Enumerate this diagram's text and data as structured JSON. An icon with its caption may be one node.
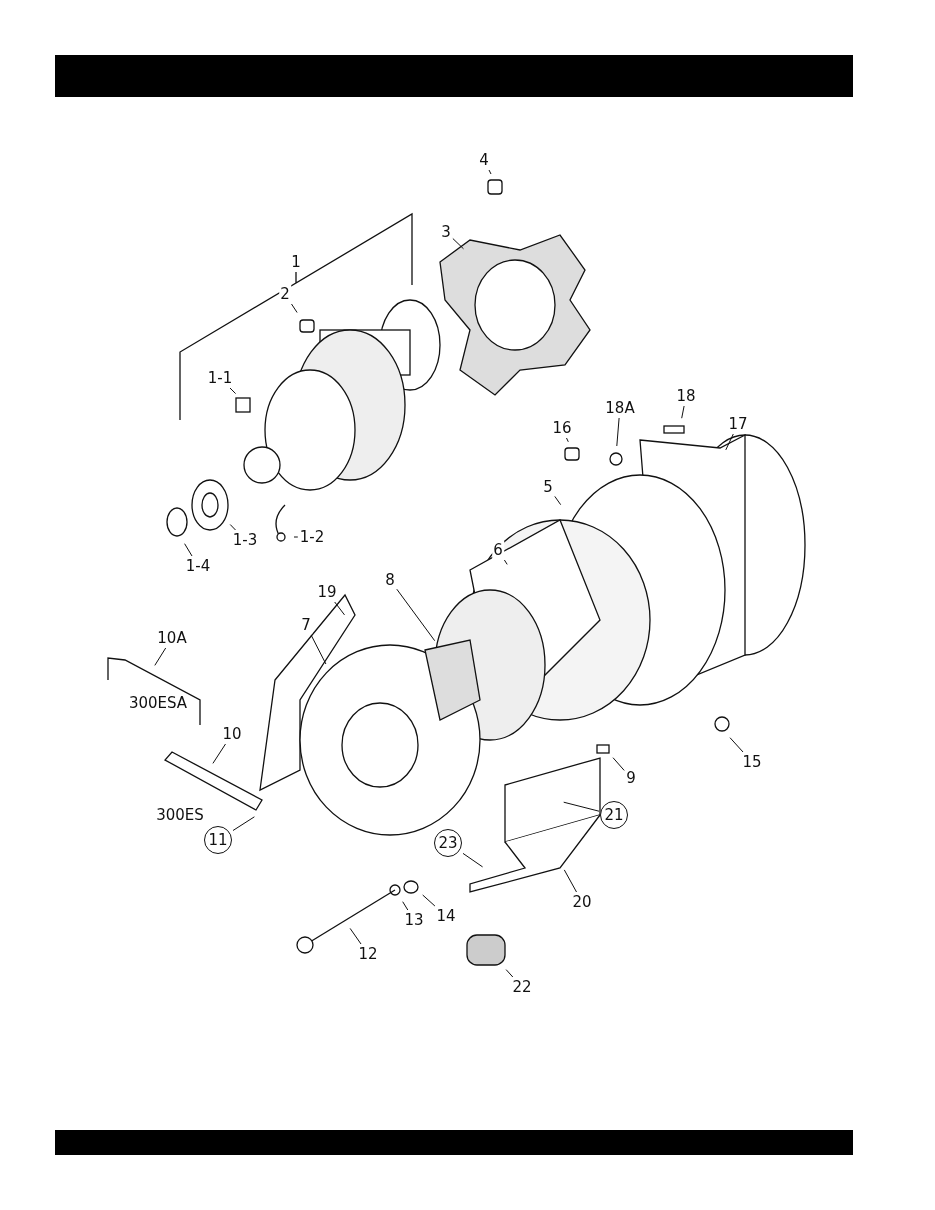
{
  "diagram": {
    "nodes": [
      {
        "text": [
          "4"
        ]
      },
      {
        "text": [
          "3"
        ]
      },
      {
        "text": [
          "2"
        ]
      },
      {
        "text": [
          "1-1"
        ]
      },
      {
        "text": [
          "1-2"
        ]
      },
      {
        "text": [
          "1-3"
        ]
      },
      {
        "text": [
          "1-4"
        ]
      },
      {
        "text": [
          "16"
        ]
      },
      {
        "text": [
          "18A"
        ]
      },
      {
        "text": [
          "18"
        ]
      },
      {
        "text": [
          "17"
        ]
      },
      {
        "text": [
          "5"
        ]
      },
      {
        "text": [
          "6"
        ]
      },
      {
        "text": [
          "19"
        ]
      },
      {
        "text": [
          "8"
        ]
      },
      {
        "text": [
          "10A"
        ]
      },
      {
        "text": [
          "7"
        ]
      },
      {
        "text": [
          "10"
        ]
      },
      {
        "text": [
          "15"
        ]
      },
      {
        "text": [
          "9"
        ]
      },
      {
        "text": [
          "11"
        ]
      },
      {
        "text": [
          "21"
        ]
      },
      {
        "text": [
          "23"
        ]
      },
      {
        "text": [
          "14"
        ]
      },
      {
        "text": [
          "20"
        ]
      },
      {
        "text": [
          "13"
        ]
      },
      {
        "text": [
          "12"
        ]
      },
      {
        "text": [
          "22"
        ]
      }
    ],
    "edges": [
      {
        "from": 0,
        "to": null,
        "arrow": "none"
      },
      {
        "from": 1,
        "to": null,
        "arrow": "none"
      },
      {
        "from": 2,
        "to": null,
        "arrow": "none"
      },
      {
        "from": 3,
        "to": null,
        "arrow": "none"
      },
      {
        "from": 4,
        "to": null,
        "arrow": "none"
      },
      {
        "from": 5,
        "to": null,
        "arrow": "none"
      },
      {
        "from": 6,
        "to": null,
        "arrow": "none"
      },
      {
        "from": 7,
        "to": null,
        "arrow": "none"
      },
      {
        "from": 8,
        "to": null,
        "arrow": "none"
      },
      {
        "from": 9,
        "to": null,
        "arrow": "none"
      },
      {
        "from": 10,
        "to": null,
        "arrow": "none"
      },
      {
        "from": 11,
        "to": null,
        "arrow": "none"
      },
      {
        "from": 12,
        "to": null,
        "arrow": "none"
      },
      {
        "from": 13,
        "to": null,
        "arrow": "none"
      },
      {
        "from": 14,
        "to": null,
        "arrow": "none"
      },
      {
        "from": 15,
        "to": null,
        "arrow": "none"
      },
      {
        "from": 16,
        "to": null,
        "arrow": "none"
      },
      {
        "from": 17,
        "to": null,
        "arrow": "none"
      },
      {
        "from": 18,
        "to": null,
        "arrow": "none"
      },
      {
        "from": 19,
        "to": null,
        "arrow": "none"
      },
      {
        "from": 20,
        "to": null,
        "arrow": "none"
      },
      {
        "from": 21,
        "to": null,
        "arrow": "none"
      },
      {
        "from": 22,
        "to": null,
        "arrow": "none"
      },
      {
        "from": 23,
        "to": null,
        "arrow": "none"
      },
      {
        "from": 24,
        "to": null,
        "arrow": "none"
      },
      {
        "from": 25,
        "to": null,
        "arrow": "none"
      },
      {
        "from": 26,
        "to": null,
        "arrow": "none"
      },
      {
        "from": 27,
        "to": null,
        "arrow": "none"
      }
    ],
    "labels": [
      "1",
      "300ESA",
      "300ES"
    ]
  }
}
